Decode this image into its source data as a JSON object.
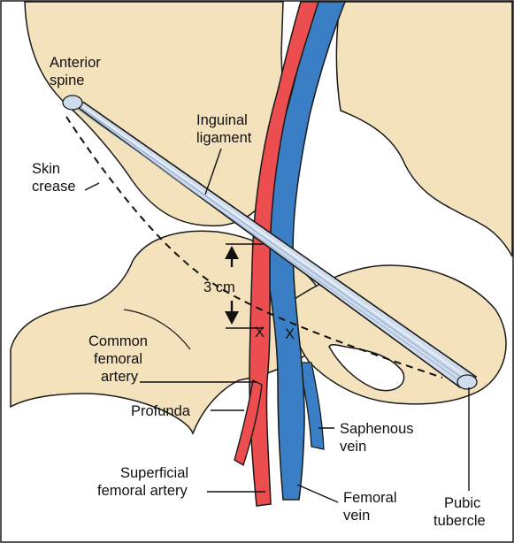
{
  "labels": {
    "anterior_spine": [
      "Anterior",
      "spine"
    ],
    "inguinal_ligament": [
      "Inguinal",
      "ligament"
    ],
    "skin_crease": [
      "Skin",
      "crease"
    ],
    "measurement": "3 cm",
    "common_femoral_artery": [
      "Common",
      "femoral",
      "artery"
    ],
    "profunda": "Profunda",
    "superficial_femoral_artery": [
      "Superficial",
      "femoral artery"
    ],
    "femoral_vein": [
      "Femoral",
      "vein"
    ],
    "saphenous_vein": [
      "Saphenous",
      "vein"
    ],
    "pubic_tubercle": [
      "Pubic",
      "tubercle"
    ],
    "marker_1": "X",
    "marker_2": "X"
  },
  "colors": {
    "bone": "#f3e2bb",
    "artery": "#ec4e50",
    "vein": "#3a7fc6",
    "ligament": "#cfdcee",
    "outline": "#1a1a1a"
  }
}
